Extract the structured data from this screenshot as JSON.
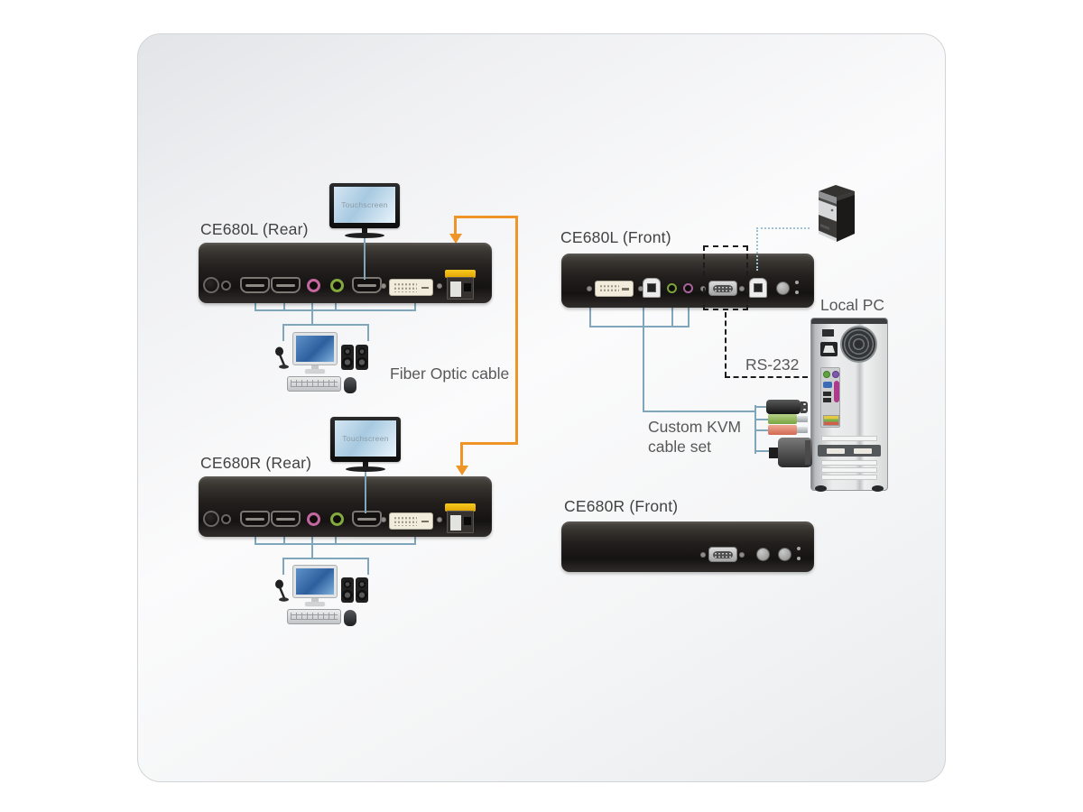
{
  "diagram": {
    "groups": {
      "ce680l_rear": {
        "title": "CE680L (Rear)",
        "touchscreen_label": "Touchscreen"
      },
      "ce680r_rear": {
        "title": "CE680R (Rear)",
        "touchscreen_label": "Touchscreen"
      },
      "ce680l_front": {
        "title": "CE680L (Front)"
      },
      "ce680r_front": {
        "title": "CE680R (Front)"
      }
    },
    "labels": {
      "fiber_cable": "Fiber Optic cable",
      "rs232": "RS-232",
      "custom_kvm_line1": "Custom KVM",
      "custom_kvm_line2": "cable set",
      "local_pc": "Local PC"
    },
    "colors": {
      "fiber_cable_orange": "#EF9426",
      "kvm_link_blue": "#7FA6BA",
      "rs232_dash_black": "#1C1C1C",
      "usb_dotted_blue": "#9CC0D4",
      "sfp_module_yellow": "#F2B705",
      "mic_jack_pink": "#C4679F",
      "speaker_jack_green": "#84A83E"
    },
    "icons": {
      "touchscreen": "touchscreen-monitor-icon",
      "workstation": "monitor-mic-speakers-keyboard-mouse-icons",
      "remote_pc": "pc-tower-icon",
      "local_pc": "pc-tower-rear-icon"
    }
  }
}
